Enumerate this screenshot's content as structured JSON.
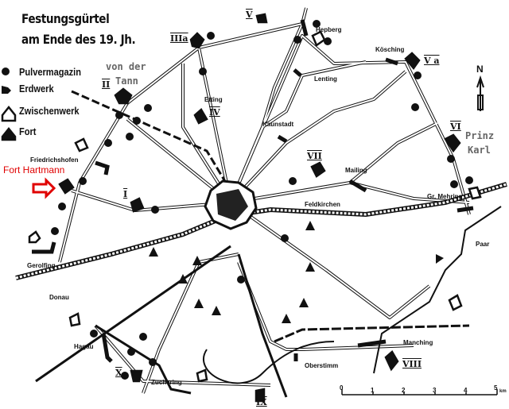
{
  "title": {
    "line1": "Festungsgürtel",
    "line2": "am Ende des 19. Jh."
  },
  "legend": [
    {
      "icon": "powder-magazine-dot",
      "label": "Pulvermagazin"
    },
    {
      "icon": "earthwork-flag",
      "label": "Erdwerk"
    },
    {
      "icon": "intermediate-work-outline",
      "label": "Zwischenwerk"
    },
    {
      "icon": "fort-filled",
      "label": "Fort"
    }
  ],
  "annotations": {
    "von_der": "von der",
    "tann": "Tann",
    "prinz": "Prinz",
    "karl": "Karl",
    "fort_hartmann": "Fort Hartmann"
  },
  "forts": {
    "I": "I",
    "II": "II",
    "IIIa": "IIIa",
    "IV": "IV",
    "V": "V",
    "Va": "V a",
    "VI": "VI",
    "VII": "VII",
    "VIII": "VIII",
    "IX": "IX",
    "X": "X"
  },
  "places": {
    "hepberg": "Hepberg",
    "koesching": "Kösching",
    "lenting": "Lenting",
    "etting": "Etting",
    "kaunstadt": "Kaunstadt",
    "friedrichshofen": "Friedrichshofen",
    "mailing": "Mailing",
    "feldkirchen": "Feldkirchen",
    "grmehring": "Gr. Mehring",
    "gerolfing": "Gerolfing",
    "donau": "Donau",
    "hagau": "Hagau",
    "zuchering": "Zuchering",
    "oberstimm": "Oberstimm",
    "manching": "Manching",
    "paar": "Paar"
  },
  "compass": "N",
  "scale": {
    "ticks": [
      "0",
      "1",
      "2",
      "3",
      "4",
      "5"
    ],
    "unit": "km"
  },
  "colors": {
    "ink": "#111111",
    "annotation": "#666666",
    "highlight": "#e00000"
  }
}
